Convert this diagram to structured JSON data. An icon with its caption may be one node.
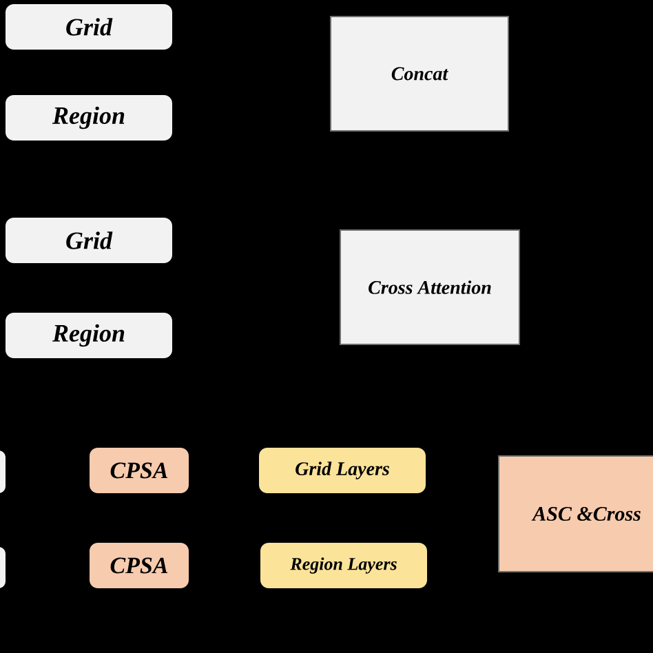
{
  "diagram": {
    "nodes": [
      {
        "text": [
          "Grid"
        ]
      },
      {
        "text": [
          "Concat"
        ]
      },
      {
        "text": [
          "Region"
        ]
      },
      {
        "text": [
          "Grid"
        ]
      },
      {
        "text": [
          "Cross Attention"
        ]
      },
      {
        "text": [
          "Region"
        ]
      },
      {
        "text": [],
        "shape": "box"
      },
      {
        "text": [
          "CPSA"
        ]
      },
      {
        "text": [
          "Grid Layers"
        ]
      },
      {
        "text": [
          "ASC &Cross"
        ]
      },
      {
        "text": [],
        "shape": "box"
      },
      {
        "text": [
          "CPSA"
        ]
      },
      {
        "text": [
          "Region Layers"
        ]
      }
    ]
  }
}
